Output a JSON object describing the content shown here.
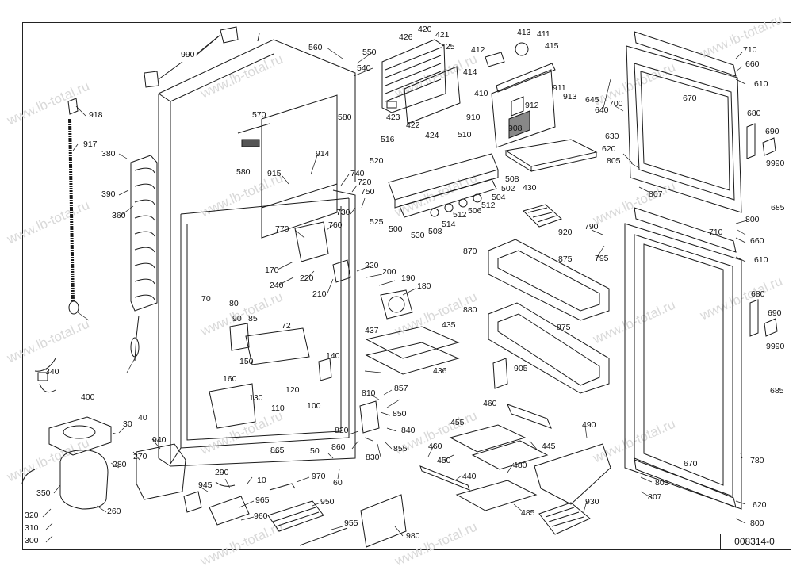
{
  "watermark": "www.lb-total.ru",
  "document_number": "008314-0",
  "labels": [
    "990",
    "560",
    "550",
    "540",
    "426",
    "420",
    "421",
    "425",
    "412",
    "413",
    "411",
    "415",
    "710",
    "660",
    "610",
    "918",
    "570",
    "580",
    "414",
    "410",
    "911",
    "913",
    "912",
    "645",
    "670",
    "917",
    "423",
    "422",
    "424",
    "910",
    "908",
    "640",
    "700",
    "680",
    "630",
    "380",
    "914",
    "516",
    "510",
    "690",
    "620",
    "805",
    "9990",
    "390",
    "580",
    "915",
    "740",
    "520",
    "508",
    "502",
    "504",
    "430",
    "807",
    "360",
    "720",
    "750",
    "506",
    "512",
    "685",
    "730",
    "525",
    "500",
    "514",
    "512",
    "508",
    "530",
    "920",
    "800",
    "760",
    "770",
    "790",
    "710",
    "660",
    "170",
    "220",
    "795",
    "610",
    "870",
    "875",
    "240",
    "220",
    "210",
    "200",
    "190",
    "180",
    "680",
    "690",
    "70",
    "80",
    "90",
    "85",
    "72",
    "437",
    "435",
    "880",
    "875",
    "9990",
    "140",
    "436",
    "685",
    "905",
    "150",
    "120",
    "160",
    "110",
    "130",
    "100",
    "340",
    "810",
    "857",
    "850",
    "400",
    "460",
    "40",
    "30",
    "820",
    "840",
    "455",
    "490",
    "940",
    "270",
    "280",
    "865",
    "860",
    "830",
    "855",
    "445",
    "460",
    "50",
    "450",
    "440",
    "480",
    "805",
    "350",
    "290",
    "970",
    "60",
    "10",
    "945",
    "965",
    "950",
    "930",
    "807",
    "320",
    "260",
    "485",
    "620",
    "310",
    "960",
    "955",
    "300",
    "980",
    "670",
    "780",
    "800"
  ],
  "colors": {
    "line": "#1a1a1a",
    "watermark": "#d9d9d9",
    "background": "#ffffff"
  }
}
